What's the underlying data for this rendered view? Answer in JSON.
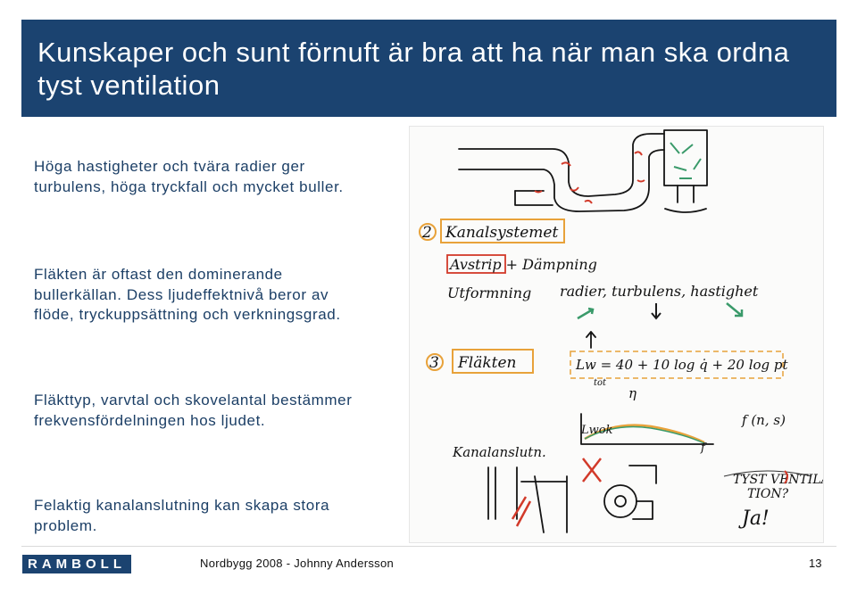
{
  "title": "Kunskaper och sunt förnuft är bra att ha när man ska ordna tyst ventilation",
  "paragraphs": {
    "p1": "Höga hastigheter och tvära radier ger turbulens, höga tryckfall och mycket buller.",
    "p2": "Fläkten är oftast den dominerande bullerkällan. Dess ljudeffektnivå beror av flöde, tryckuppsättning och verkningsgrad.",
    "p3": "Fläkttyp, varvtal och skovelantal bestämmer frekvensfördelningen hos ljudet.",
    "p4": "Felaktig kanalanslutning kan skapa stora problem."
  },
  "sketch": {
    "num_2": "2",
    "kanalsystemet": "Kanalsystemet",
    "avstrip": "Avstrip + Dämpning",
    "utformning": "Utformning",
    "radier": "radier, turbulens, hastighet",
    "num_3": "3",
    "flakten": "Fläkten",
    "formula": "Lw = 40 + 10 log q̇ + 20 log pt",
    "tot": "tot",
    "eta": "η",
    "lwok": "Lwok",
    "fns": "f (n, s)",
    "f_axis": "f",
    "kanalanslutn": "Kanalanslutn.",
    "tyst": "TYST VENTILA-",
    "tion": "TION?",
    "ja": "Ja!"
  },
  "colors": {
    "header_bg": "#1b4370",
    "text_blue": "#1c3f66",
    "highlight_orange": "#e8a23a",
    "highlight_red": "#d23a2a",
    "highlight_green": "#3a9a6a"
  },
  "footer": {
    "logo": "RAMBOLL",
    "text": "Nordbygg 2008 - Johnny Andersson",
    "page": "13"
  }
}
